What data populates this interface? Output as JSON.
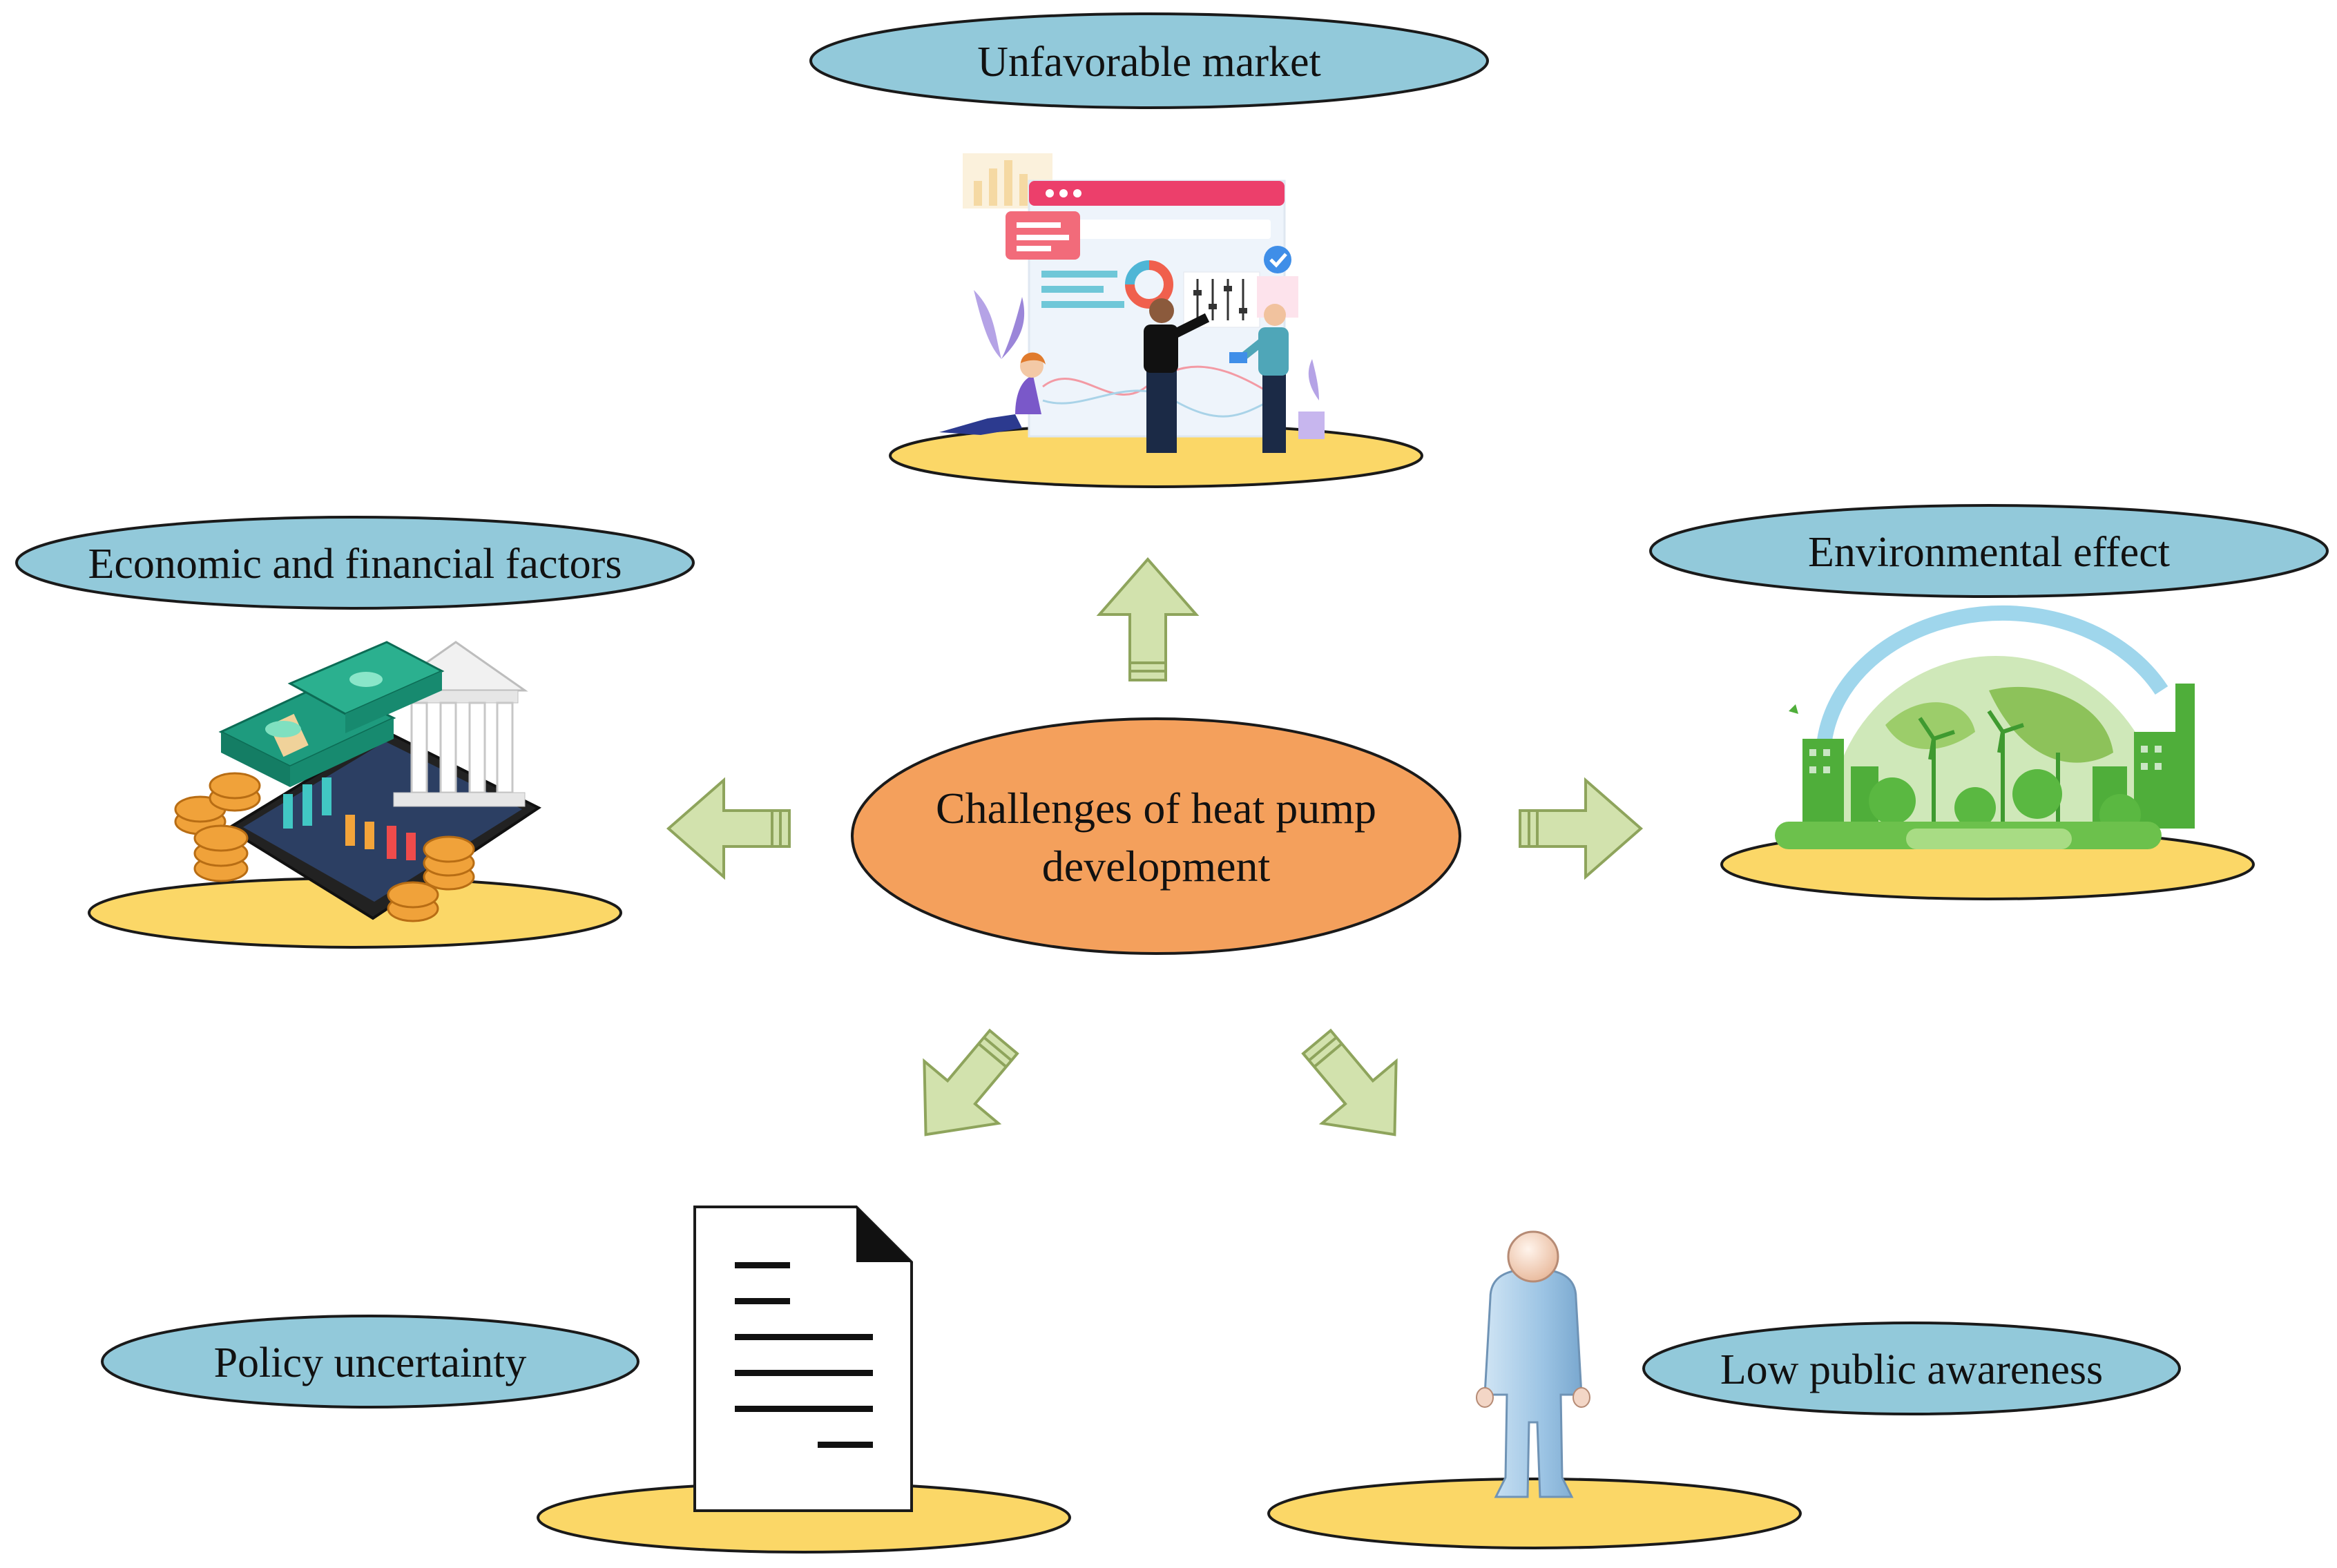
{
  "center": {
    "line1": "Challenges of heat pump",
    "line2": "development"
  },
  "labels": {
    "market": "Unfavorable market",
    "economic": "Economic and financial factors",
    "environment": "Environmental effect",
    "policy": "Policy uncertainty",
    "awareness": "Low public awareness"
  },
  "colors": {
    "label_fill": "#92c9da",
    "center_fill": "#f4a05c",
    "base_fill": "#fbd767",
    "arrow_fill": "#d2e2ad",
    "arrow_stroke": "#8ea45c",
    "outline": "#1a1a1a"
  },
  "icons": {
    "market": "analytics-dashboard-icon",
    "economic": "finance-money-icon",
    "environment": "green-city-globe-icon",
    "policy": "document-icon",
    "awareness": "person-icon"
  }
}
